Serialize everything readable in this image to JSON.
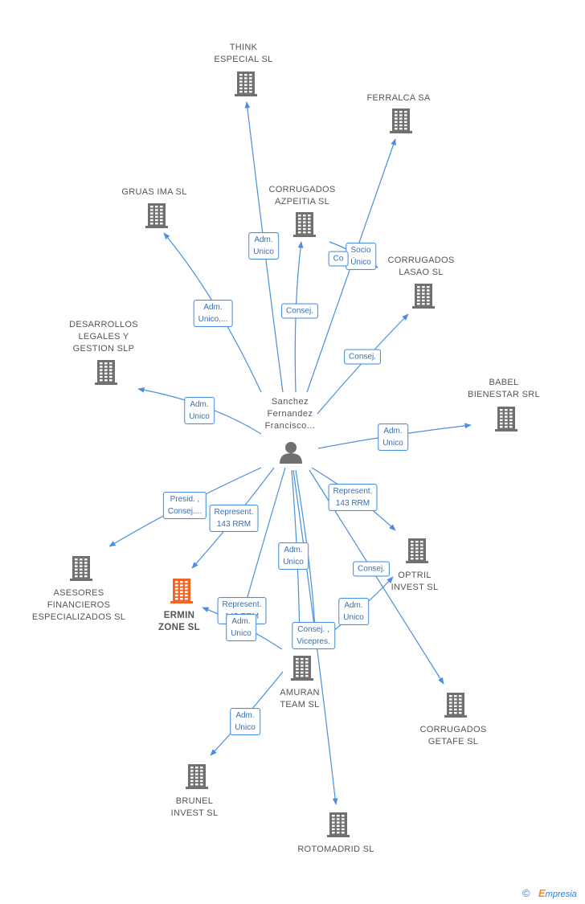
{
  "center": {
    "name_lines": [
      "Sanchez",
      "Fernandez",
      "Francisco..."
    ],
    "icon": "person-icon"
  },
  "nodes": [
    {
      "id": "think",
      "lines": [
        "THINK",
        "ESPECIAL SL"
      ],
      "icon": "building-icon",
      "focus": false
    },
    {
      "id": "ferralca",
      "lines": [
        "FERRALCA SA"
      ],
      "icon": "building-icon",
      "focus": false
    },
    {
      "id": "gruas",
      "lines": [
        "GRUAS IMA SL"
      ],
      "icon": "building-icon",
      "focus": false
    },
    {
      "id": "azpeitia",
      "lines": [
        "CORRUGADOS",
        "AZPEITIA SL"
      ],
      "icon": "building-icon",
      "focus": false
    },
    {
      "id": "lasao",
      "lines": [
        "CORRUGADOS",
        "LASAO SL"
      ],
      "icon": "building-icon",
      "focus": false
    },
    {
      "id": "desarrollos",
      "lines": [
        "DESARROLLOS",
        "LEGALES Y",
        "GESTION SLP"
      ],
      "icon": "building-icon",
      "focus": false
    },
    {
      "id": "babel",
      "lines": [
        "BABEL",
        "BIENESTAR SRL"
      ],
      "icon": "building-icon",
      "focus": false
    },
    {
      "id": "asesores",
      "lines": [
        "ASESORES",
        "FINANCIEROS",
        "ESPECIALIZADOS SL"
      ],
      "icon": "building-icon",
      "focus": false
    },
    {
      "id": "ermin",
      "lines": [
        "ERMIN",
        "ZONE SL"
      ],
      "icon": "building-icon",
      "focus": true
    },
    {
      "id": "optril",
      "lines": [
        "OPTRIL",
        "INVEST SL"
      ],
      "icon": "building-icon",
      "focus": false
    },
    {
      "id": "amuran",
      "lines": [
        "AMURAN",
        "TEAM SL"
      ],
      "icon": "building-icon",
      "focus": false
    },
    {
      "id": "getafe",
      "lines": [
        "CORRUGADOS",
        "GETAFE SL"
      ],
      "icon": "building-icon",
      "focus": false
    },
    {
      "id": "brunel",
      "lines": [
        "BRUNEL",
        "INVEST SL"
      ],
      "icon": "building-icon",
      "focus": false
    },
    {
      "id": "rotomadrid",
      "lines": [
        "ROTOMADRID SL"
      ],
      "icon": "building-icon",
      "focus": false
    }
  ],
  "edges": [
    {
      "to": "think",
      "label": [
        "Adm.",
        "Unico"
      ]
    },
    {
      "to": "ferralca",
      "label": [
        "Socio",
        "Único"
      ]
    },
    {
      "to": "gruas",
      "label": [
        "Adm.",
        "Unico,..."
      ]
    },
    {
      "to": "azpeitia",
      "label": [
        "Consej."
      ]
    },
    {
      "to": "lasao",
      "label": [
        "Co"
      ]
    },
    {
      "to": "lasao",
      "label": [
        "Consej."
      ]
    },
    {
      "to": "desarrollos",
      "label": [
        "Adm.",
        "Unico"
      ]
    },
    {
      "to": "babel",
      "label": [
        "Adm.",
        "Unico"
      ]
    },
    {
      "to": "asesores",
      "label": [
        "Presid. ,",
        "Consej...."
      ]
    },
    {
      "to": "ermin",
      "label": [
        "Represent.",
        "143 RRM"
      ]
    },
    {
      "to": "ermin",
      "label": [
        "Represent.",
        "143 RRM"
      ]
    },
    {
      "to": "ermin",
      "label": [
        "Adm.",
        "Unico"
      ]
    },
    {
      "to": "optril",
      "label": [
        "Represent.",
        "143 RRM"
      ]
    },
    {
      "to": "amuran",
      "label": [
        "Adm.",
        "Unico"
      ]
    },
    {
      "to": "amuran",
      "label": [
        "Consej. ,",
        "Vicepres."
      ]
    },
    {
      "to": "getafe",
      "label": [
        "Consej."
      ]
    },
    {
      "to": "optril",
      "label": [
        "Adm.",
        "Unico"
      ]
    },
    {
      "to": "brunel",
      "label": [
        "Adm.",
        "Unico"
      ]
    },
    {
      "to": "rotomadrid",
      "label": []
    }
  ],
  "colors": {
    "edge": "#4a8fdc",
    "building": "#707070",
    "focus": "#f26522"
  },
  "footer": {
    "copyright": "©",
    "brand_first": "E",
    "brand_rest": "mpresia"
  }
}
